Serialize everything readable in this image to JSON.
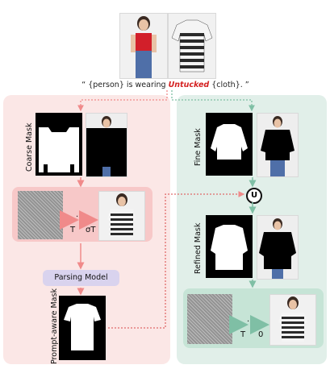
{
  "prompt": {
    "before": "“ {person} is wearing ",
    "highlight": "Untucked",
    "after": " {cloth}. ”",
    "highlight_color": "#d42020"
  },
  "labels": {
    "coarse_mask": "Coarse Mask",
    "fine_mask": "Fine Mask",
    "refined_mask": "Refined Mask",
    "prompt_aware_mask": "Prompt-aware Mask",
    "parsing_model": "Parsing Model",
    "union_symbol": "U"
  },
  "steps": {
    "left_from": "T",
    "left_dots": "···",
    "left_to": "σT",
    "right_from": "T",
    "right_dots": "···",
    "right_to": "0"
  },
  "colors": {
    "left_panel": "#fbe7e6",
    "right_panel": "#e1efe9",
    "left_arrow": "#f08a8a",
    "right_arrow": "#7fbfa5",
    "parsing_box": "#d9d3ee"
  }
}
